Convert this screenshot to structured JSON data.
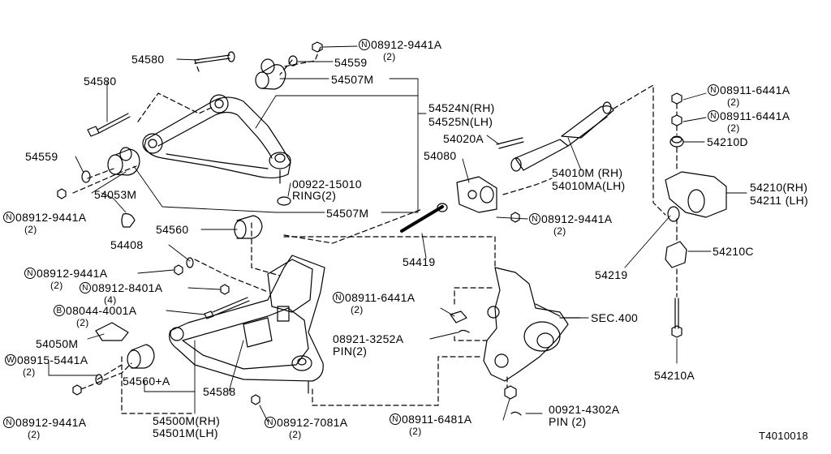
{
  "diagram_id": "T4010018",
  "labels": {
    "p54580_top": "54580",
    "p54580_left": "54580",
    "n08912_9441A_top": {
      "prefix": "N",
      "part": "08912-9441A",
      "qty": "(2)"
    },
    "p54559_top": "54559",
    "p54507M_top": "54507M",
    "p54524N": "54524N(RH)",
    "p54525N": "54525N(LH)",
    "p54559_left": "54559",
    "p54053M": "54053M",
    "n08912_9441A_left": {
      "prefix": "N",
      "part": "08912-9441A",
      "qty": "(2)"
    },
    "p00922_15010": "00922-15010",
    "ring": "RING(2)",
    "p54507M_bottom": "54507M",
    "p54560": "54560",
    "p54408": "54408",
    "n08912_9441A_mid": {
      "prefix": "N",
      "part": "08912-9441A",
      "qty": "(2)"
    },
    "n08912_8401A": {
      "prefix": "N",
      "part": "08912-8401A",
      "qty": "(4)"
    },
    "b08044_4001A": {
      "prefix": "B",
      "part": "08044-4001A",
      "qty": "(2)"
    },
    "p54050M": "54050M",
    "w08915_5441A": {
      "prefix": "W",
      "part": "08915-5441A",
      "qty": "(2)"
    },
    "p54560A": "54560+A",
    "p54588": "54588",
    "n08912_9441A_bottom": {
      "prefix": "N",
      "part": "08912-9441A",
      "qty": "(2)"
    },
    "p54500M": "54500M(RH)",
    "p54501M": "54501M(LH)",
    "n08912_7081A": {
      "prefix": "N",
      "part": "08912-7081A",
      "qty": "(2)"
    },
    "p54020A": "54020A",
    "p54080": "54080",
    "p54010M": "54010M (RH)",
    "p54010MA": "54010MA(LH)",
    "n08912_9441A_right": {
      "prefix": "N",
      "part": "08912-9441A",
      "qty": "(2)"
    },
    "p54419": "54419",
    "n08911_6441A_mid": {
      "prefix": "N",
      "part": "08911-6441A",
      "qty": "(2)"
    },
    "p08921_3252A": "08921-3252A",
    "pin_mid": "PIN(2)",
    "sec400": "SEC.400",
    "n08911_6481A": {
      "prefix": "N",
      "part": "08911-6481A",
      "qty": "(2)"
    },
    "p00921_4302A": "00921-4302A",
    "pin_bottom": "PIN (2)",
    "n08911_6441A_r1": {
      "prefix": "N",
      "part": "08911-6441A",
      "qty": "(2)"
    },
    "n08911_6441A_r2": {
      "prefix": "N",
      "part": "08911-6441A",
      "qty": "(2)"
    },
    "p54210D": "54210D",
    "p54210": "54210(RH)",
    "p54211": "54211 (LH)",
    "p54219": "54219",
    "p54210C": "54210C",
    "p54210A": "54210A"
  }
}
